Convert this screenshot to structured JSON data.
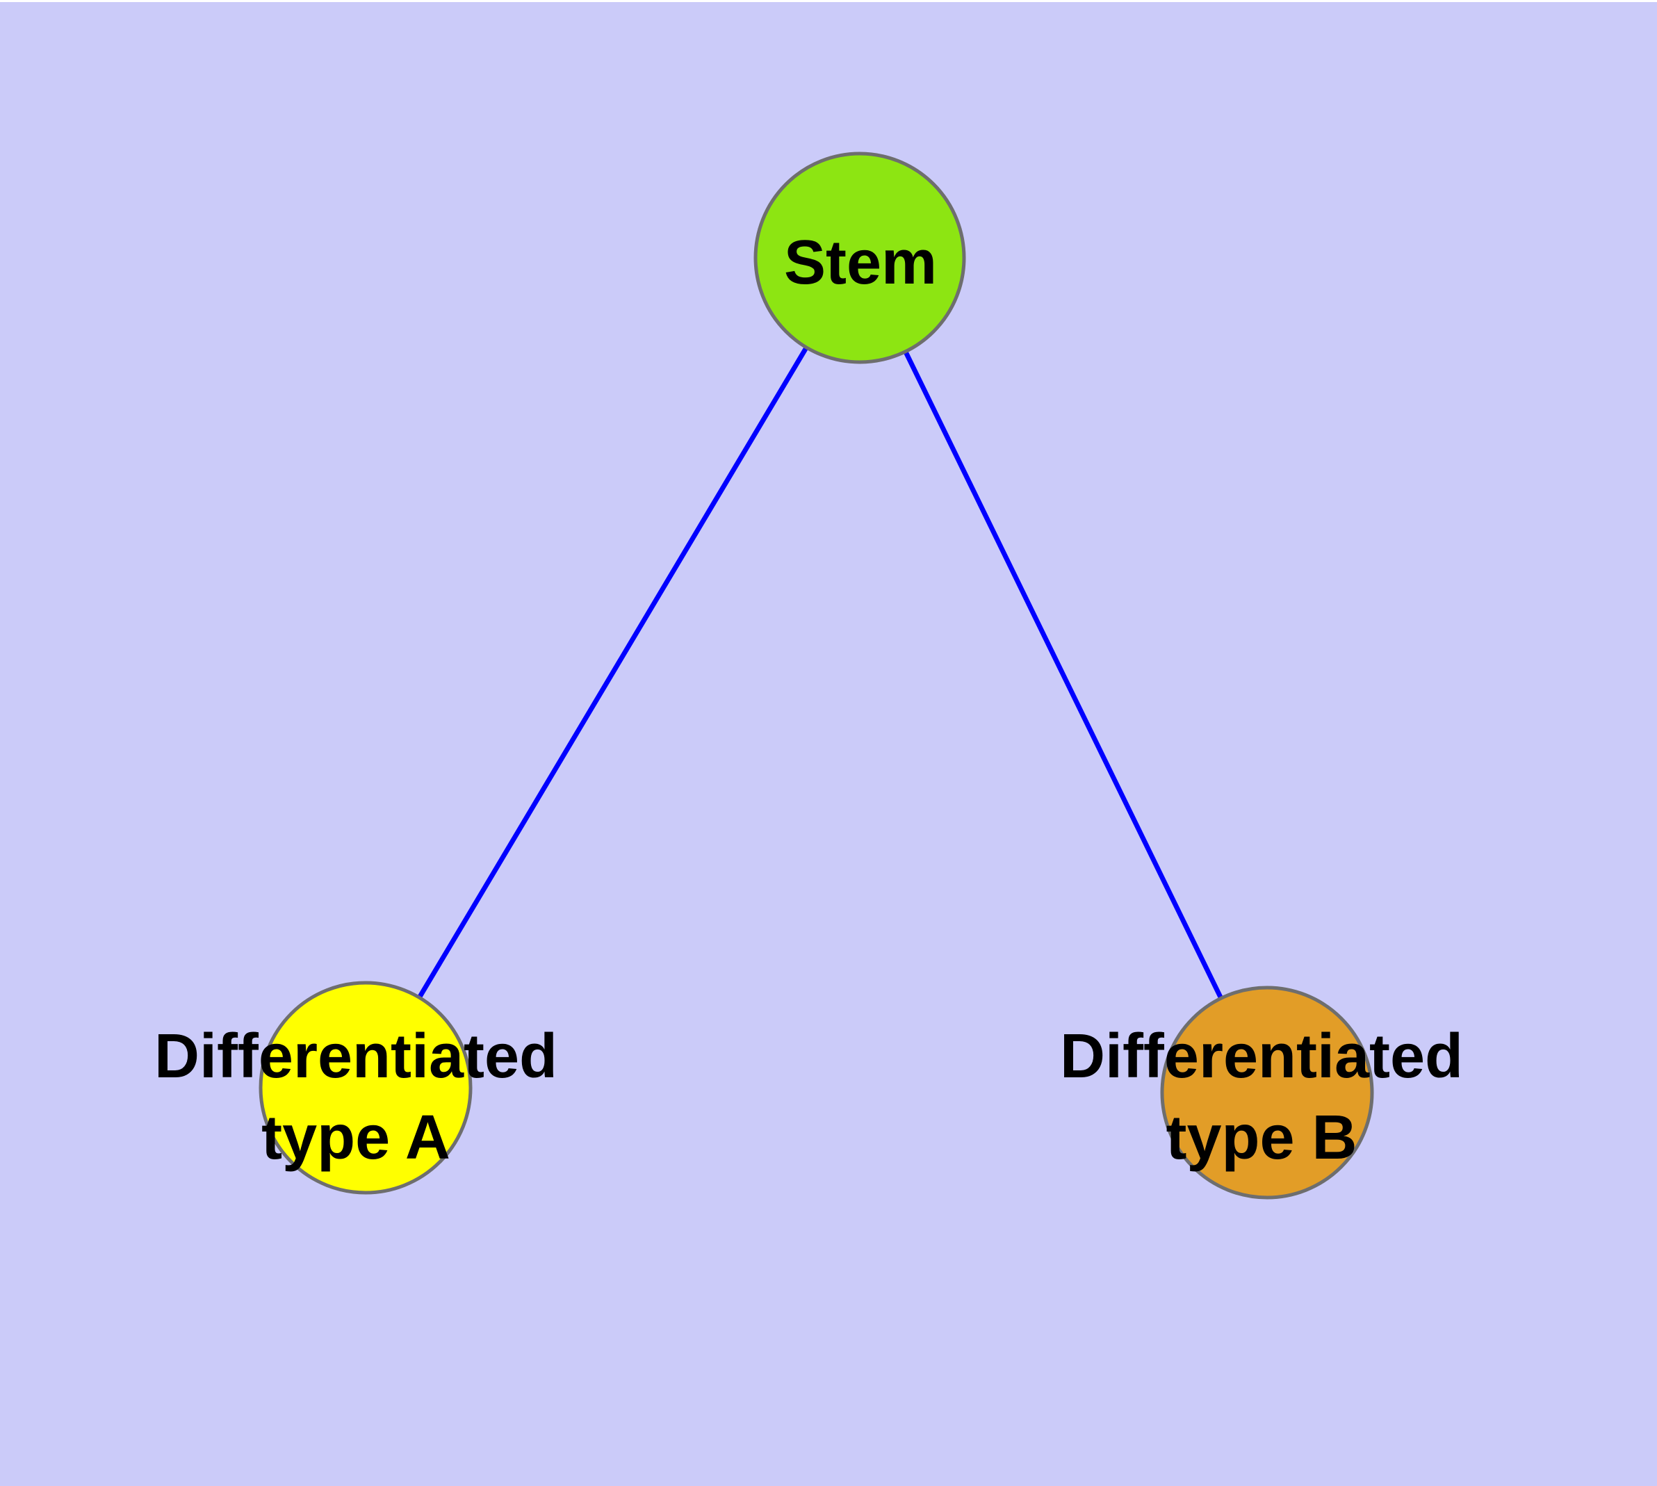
{
  "diagram": {
    "type": "graph",
    "description": "Stem cell differentiation tree: one stem node with edges to two differentiated cell-type nodes",
    "nodes": {
      "stem": {
        "id": "stem",
        "label": "Stem",
        "fill": "#8DE512"
      },
      "type_a": {
        "id": "type_a",
        "label": "Differentiated type A",
        "label_line1": "Differentiated",
        "label_line2": "type A",
        "fill": "#FFFF00"
      },
      "type_b": {
        "id": "type_b",
        "label": "Differentiated type B",
        "label_line1": "Differentiated",
        "label_line2": "type B",
        "fill": "#E29D27"
      }
    },
    "edges": [
      {
        "from": "stem",
        "to": "type_a"
      },
      {
        "from": "stem",
        "to": "type_b"
      }
    ]
  },
  "colors": {
    "background": "#CBCBF9",
    "edge": "#0000FF",
    "node_border": "#6E6E6E",
    "label": "#000000"
  }
}
